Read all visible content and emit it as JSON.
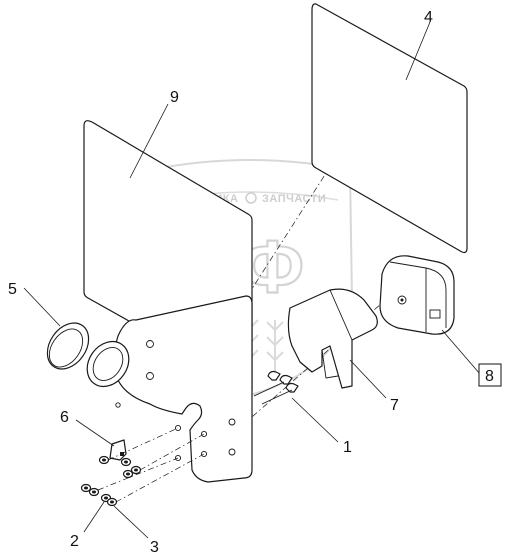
{
  "watermark": {
    "top_line_left": "ТЕХНИКА",
    "top_line_right": "ЗАПЧАСТИ",
    "emblem_text": "ЭПФ"
  },
  "callouts": [
    {
      "id": "1",
      "label": "1",
      "boxed": false
    },
    {
      "id": "2",
      "label": "2",
      "boxed": false
    },
    {
      "id": "3",
      "label": "3",
      "boxed": false
    },
    {
      "id": "4",
      "label": "4",
      "boxed": false
    },
    {
      "id": "5",
      "label": "5",
      "boxed": false
    },
    {
      "id": "6",
      "label": "6",
      "boxed": false
    },
    {
      "id": "7",
      "label": "7",
      "boxed": false
    },
    {
      "id": "8",
      "label": "8",
      "boxed": true
    },
    {
      "id": "9",
      "label": "9",
      "boxed": false
    }
  ]
}
